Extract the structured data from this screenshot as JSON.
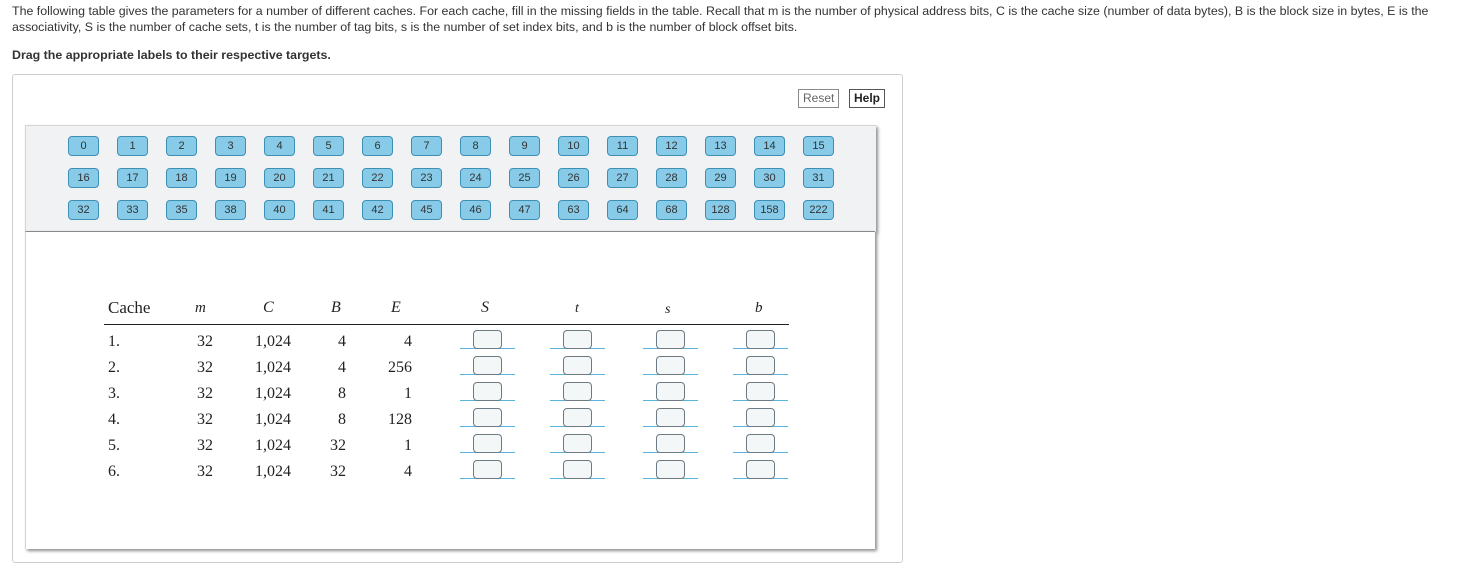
{
  "intro_text": "The following table gives the parameters for a number of different caches. For each cache, fill in the missing fields in the table. Recall that m is the number of physical address bits, C is the cache size (number of data bytes), B is the block size in bytes, E is the associativity, S is the number of cache sets, t is the number of tag bits, s is the number of set index bits, and b is the number of block offset bits.",
  "instruction": "Drag the appropriate labels to their respective targets.",
  "buttons": {
    "reset": "Reset",
    "help": "Help"
  },
  "labels": [
    [
      "0",
      "1",
      "2",
      "3",
      "4",
      "5",
      "6",
      "7",
      "8",
      "9",
      "10",
      "11",
      "12",
      "13",
      "14",
      "15"
    ],
    [
      "16",
      "17",
      "18",
      "19",
      "20",
      "21",
      "22",
      "23",
      "24",
      "25",
      "26",
      "27",
      "28",
      "29",
      "30",
      "31"
    ],
    [
      "32",
      "33",
      "35",
      "38",
      "40",
      "41",
      "42",
      "45",
      "46",
      "47",
      "63",
      "64",
      "68",
      "128",
      "158",
      "222"
    ]
  ],
  "table": {
    "headers": {
      "cache": "Cache",
      "m": "m",
      "C": "C",
      "B": "B",
      "E": "E",
      "S": "S",
      "t": "t",
      "s": "s",
      "b": "b"
    },
    "rows": [
      {
        "cache": "1.",
        "m": "32",
        "C": "1,024",
        "B": "4",
        "E": "4"
      },
      {
        "cache": "2.",
        "m": "32",
        "C": "1,024",
        "B": "4",
        "E": "256"
      },
      {
        "cache": "3.",
        "m": "32",
        "C": "1,024",
        "B": "8",
        "E": "1"
      },
      {
        "cache": "4.",
        "m": "32",
        "C": "1,024",
        "B": "8",
        "E": "128"
      },
      {
        "cache": "5.",
        "m": "32",
        "C": "1,024",
        "B": "32",
        "E": "1"
      },
      {
        "cache": "6.",
        "m": "32",
        "C": "1,024",
        "B": "32",
        "E": "4"
      }
    ]
  }
}
